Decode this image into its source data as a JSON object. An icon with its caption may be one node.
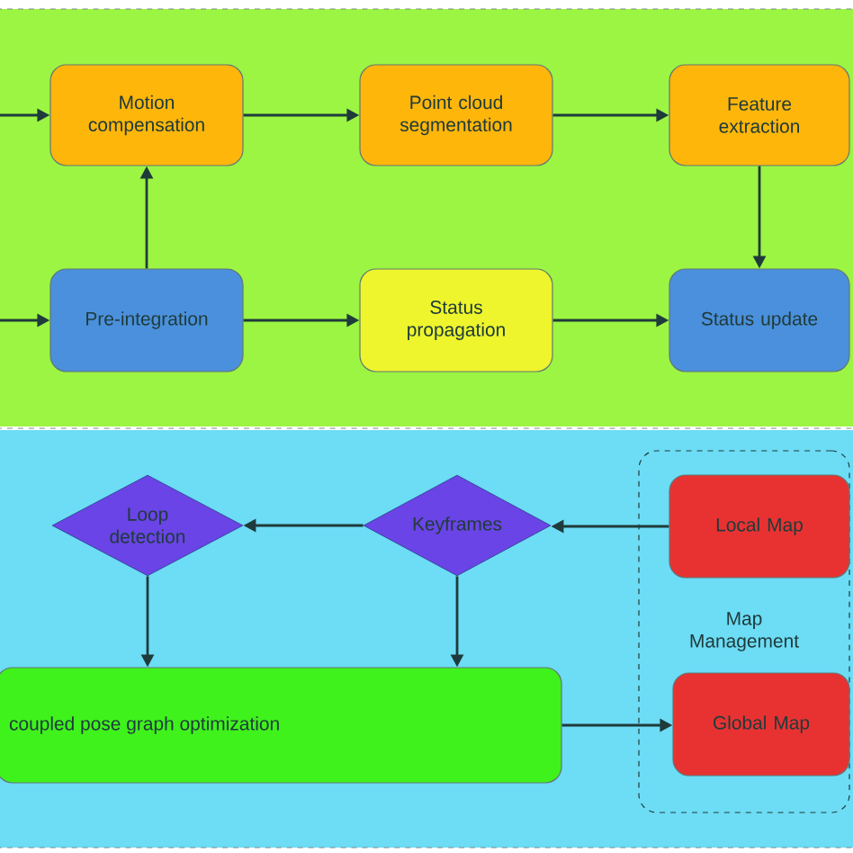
{
  "diagram": {
    "nodes": [
      {
        "text": [
          "Motion compensation"
        ]
      },
      {
        "text": [
          "Point cloud segmentation"
        ]
      },
      {
        "text": [
          "Feature extraction"
        ]
      },
      {
        "text": [
          "Pre-integration"
        ]
      },
      {
        "text": [
          "Status propagation"
        ]
      },
      {
        "text": [
          "Status update"
        ]
      },
      {
        "text": [
          "Loop detection"
        ]
      },
      {
        "text": [
          "Keyframes"
        ]
      },
      {
        "text": [
          "Map Management"
        ]
      },
      {
        "text": [
          "Local Map"
        ],
        "in": 8
      },
      {
        "text": [
          "Global Map"
        ],
        "in": 8
      },
      {
        "text": [
          "coupled pose graph optimization"
        ]
      }
    ],
    "edges": [
      {
        "from": null,
        "to": 0,
        "arrow": "to"
      },
      {
        "from": 0,
        "to": 1,
        "arrow": "to"
      },
      {
        "from": 1,
        "to": 2,
        "arrow": "to"
      },
      {
        "from": 2,
        "to": 5,
        "arrow": "to"
      },
      {
        "from": null,
        "to": 3,
        "arrow": "to"
      },
      {
        "from": 3,
        "to": 0,
        "arrow": "to"
      },
      {
        "from": 3,
        "to": 4,
        "arrow": "to"
      },
      {
        "from": 4,
        "to": 5,
        "arrow": "to"
      },
      {
        "from": 9,
        "to": 7,
        "arrow": "to"
      },
      {
        "from": 7,
        "to": 6,
        "arrow": "to"
      },
      {
        "from": 6,
        "to": 11,
        "arrow": "to"
      },
      {
        "from": 7,
        "to": 11,
        "arrow": "to"
      },
      {
        "from": 11,
        "to": 10,
        "arrow": "to"
      }
    ]
  }
}
